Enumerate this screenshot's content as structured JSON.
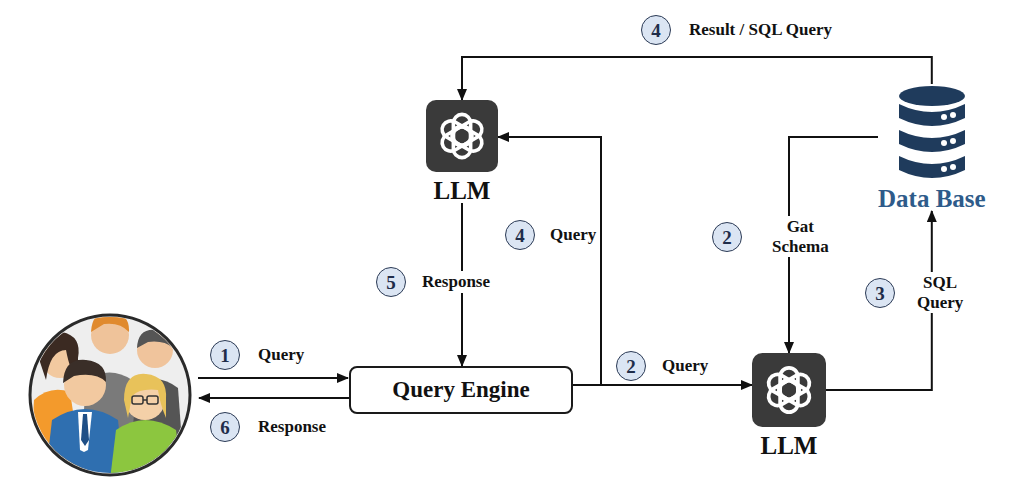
{
  "diagram": {
    "nodes": [
      {
        "text": [
          "LLM"
        ]
      },
      {
        "text": [
          "Data Base"
        ]
      },
      {
        "text": [
          "Query Engine"
        ]
      },
      {
        "text": [
          "LLM"
        ]
      }
    ],
    "edges": [
      {
        "from": 2,
        "to": 3,
        "label": "Query",
        "arrow": "to"
      },
      {
        "from": 2,
        "to": 0,
        "label": "Query",
        "arrow": "to"
      },
      {
        "from": 1,
        "to": 3,
        "label": "Gat Schema",
        "arrow": "to"
      },
      {
        "from": 3,
        "to": 1,
        "label": "SQL Query",
        "arrow": "to"
      },
      {
        "from": 1,
        "to": 0,
        "label": "Result / SQL Query",
        "arrow": "to"
      },
      {
        "from": 0,
        "to": 2,
        "label": "Response",
        "arrow": "to"
      }
    ],
    "labels": [
      "1",
      "Query",
      "6",
      "Response",
      "2",
      "4",
      "2",
      "3",
      "4",
      "5"
    ]
  }
}
